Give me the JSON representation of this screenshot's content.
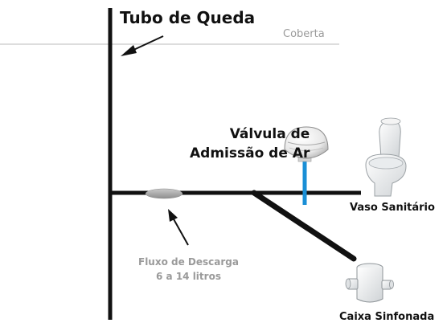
{
  "diagram": {
    "title": "Tubo de Queda",
    "roof_label": "Coberta",
    "valve_label": [
      "Válvula de",
      "Admissão de Ar"
    ],
    "toilet_label": "Vaso Sanitário",
    "flow_label": [
      "Fluxo de Descarga",
      "6 a 14 litros"
    ],
    "trap_box_label": "Caixa Sinfonada"
  },
  "colors": {
    "pipe": "#111111",
    "vent_pipe": "#1a8fd6",
    "roof_line": "#cfcfcf",
    "flow_marker": "#9a9a9a",
    "label_dark": "#111111",
    "label_gray": "#9a9a9a"
  }
}
